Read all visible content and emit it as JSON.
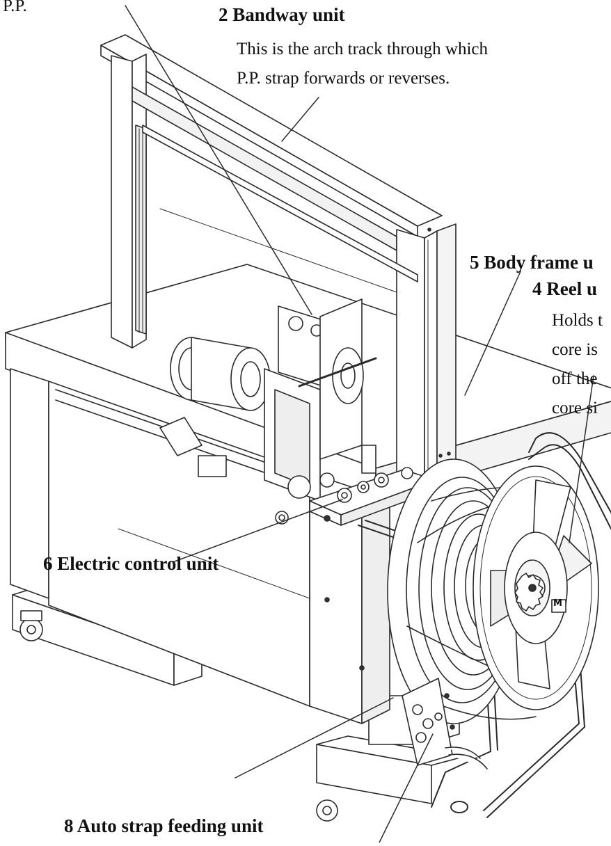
{
  "colors": {
    "line": "#2a2a2a",
    "fill": "#ffffff",
    "shade": "#e9e9e9",
    "dark": "#555555"
  },
  "labels": {
    "top_fragment": "P.P.",
    "bandway": {
      "title": "2 Bandway unit",
      "desc_line1": "This is the arch track through which",
      "desc_line2": "P.P. strap forwards or reverses."
    },
    "body_frame": {
      "title": "5 Body frame u"
    },
    "reel": {
      "title": "4 Reel u",
      "desc_line1": "Holds t",
      "desc_line2": "core is",
      "desc_line3": "off the",
      "desc_line4": "core si"
    },
    "electric": {
      "title": "6 Electric control unit"
    },
    "auto_feed": {
      "title": "8 Auto strap feeding unit"
    },
    "reel_logo": "M"
  }
}
